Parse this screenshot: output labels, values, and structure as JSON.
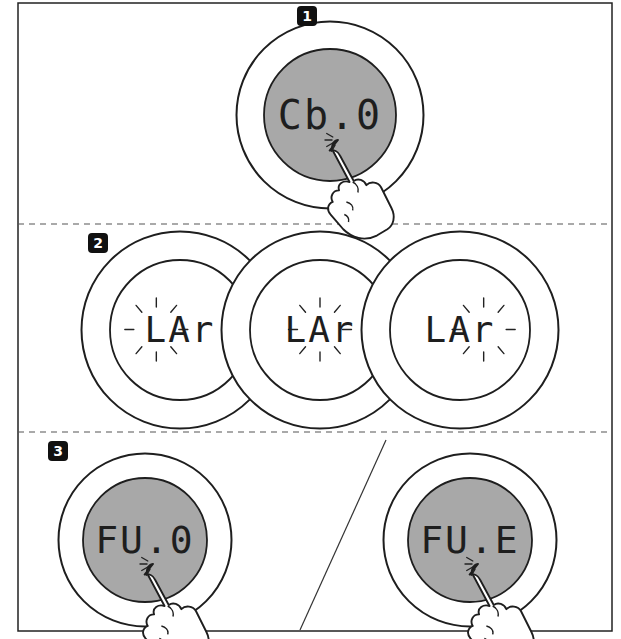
{
  "diagram": {
    "nodes": [
      {
        "text": [
          "Cb.0"
        ]
      },
      {
        "text": [
          "LAr"
        ]
      },
      {
        "text": [
          "LAr"
        ]
      },
      {
        "text": [
          "LAr"
        ]
      },
      {
        "text": [
          "FU.0"
        ]
      },
      {
        "text": [
          "FU.E"
        ]
      }
    ],
    "labels": [
      "1",
      "2",
      "3"
    ]
  }
}
